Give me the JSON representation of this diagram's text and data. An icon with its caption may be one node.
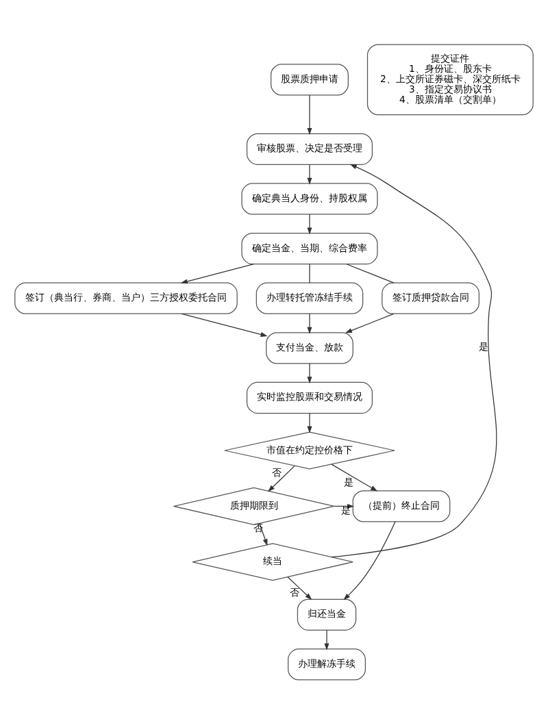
{
  "diagram": {
    "nodes": [
      {
        "text": [
          "股票质押申请"
        ]
      },
      {
        "text": [
          "提交证件",
          "1、身份证、股东卡",
          "2、上交所证券磁卡、深交所纸卡",
          "3、指定交易协议书",
          "4、股票清单（交割单）"
        ]
      },
      {
        "text": [
          "审核股票、决定是否受理"
        ]
      },
      {
        "text": [
          "确定典当人身份、持股权属"
        ]
      },
      {
        "text": [
          "确定当金、当期、综合费率"
        ]
      },
      {
        "text": [
          "签订质押贷款合同"
        ]
      },
      {
        "text": [
          "签订（典当行、券商、当户）三方授权委托合同"
        ]
      },
      {
        "text": [
          "办理转托管冻结手续"
        ]
      },
      {
        "text": [
          "支付当金、放款"
        ]
      },
      {
        "text": [
          "实时监控股票和交易情况"
        ]
      },
      {
        "text": [
          "市值在约定控价格下"
        ]
      },
      {
        "text": [
          "（提前）终止合同"
        ]
      },
      {
        "text": [
          "质押期限到"
        ]
      },
      {
        "text": [
          "续当"
        ]
      },
      {
        "text": [
          "归还当金"
        ]
      },
      {
        "text": [
          "办理解冻手续"
        ]
      }
    ],
    "edges": [
      {
        "from": 0,
        "to": 2,
        "arrow": "to"
      },
      {
        "from": 2,
        "to": 3,
        "arrow": "to"
      },
      {
        "from": 3,
        "to": 4,
        "arrow": "to"
      },
      {
        "from": 4,
        "to": 5,
        "arrow": "none"
      },
      {
        "from": 4,
        "to": 6,
        "arrow": "to"
      },
      {
        "from": 4,
        "to": 7,
        "arrow": "none"
      },
      {
        "from": 5,
        "to": 8,
        "arrow": "to"
      },
      {
        "from": 6,
        "to": 8,
        "arrow": "to"
      },
      {
        "from": 7,
        "to": 8,
        "arrow": "to"
      },
      {
        "from": 8,
        "to": 9,
        "arrow": "to"
      },
      {
        "from": 9,
        "to": 10,
        "arrow": "to"
      },
      {
        "from": 10,
        "to": 11,
        "label": "是",
        "arrow": "to"
      },
      {
        "from": 10,
        "to": 12,
        "label": "否",
        "arrow": "to"
      },
      {
        "from": 12,
        "to": 11,
        "label": "是",
        "arrow": "to"
      },
      {
        "from": 12,
        "to": 13,
        "label": "否",
        "arrow": "to"
      },
      {
        "from": 13,
        "to": 2,
        "label": "是",
        "arrow": "to"
      },
      {
        "from": 13,
        "to": 14,
        "label": "否",
        "arrow": "to"
      },
      {
        "from": 11,
        "to": 14,
        "arrow": "to"
      },
      {
        "from": 14,
        "to": 15,
        "arrow": "to"
      }
    ]
  }
}
